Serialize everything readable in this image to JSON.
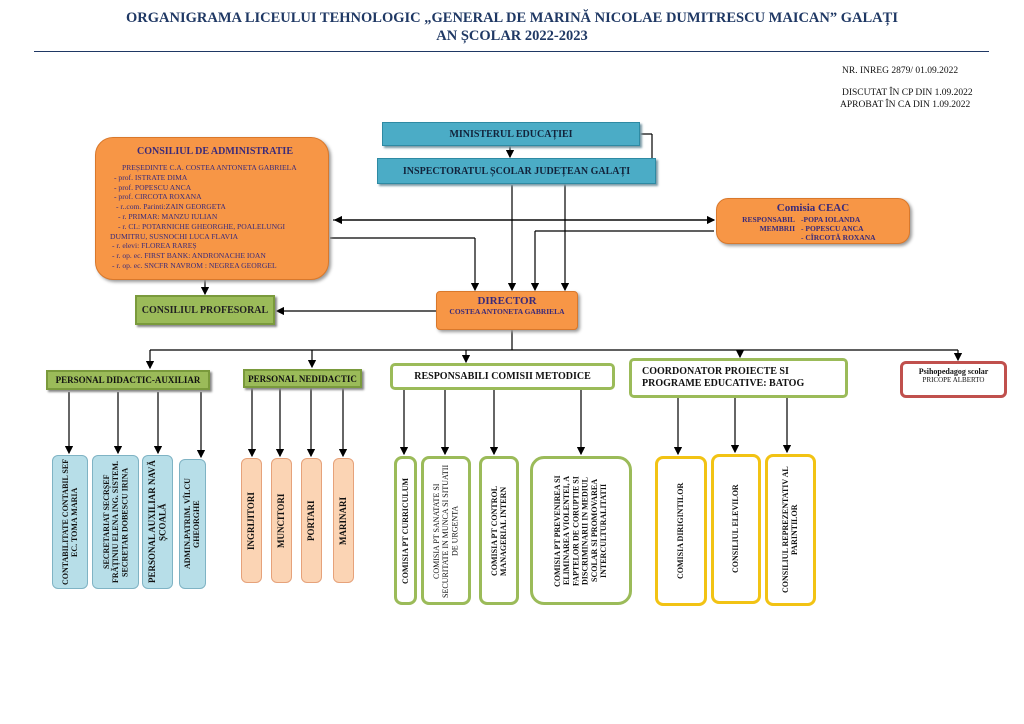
{
  "header": {
    "title_line1": "ORGANIGRAMA LICEULUI TEHNOLOGIC „GENERAL DE MARINĂ NICOLAE DUMITRESCU MAICAN” GALAȚI",
    "title_line2": "AN ȘCOLAR 2022-2023",
    "nr_inreg": "NR. INREG  2879/ 01.09.2022",
    "discutat": "DISCUTAT ÎN CP DIN 1.09.2022",
    "aprobat": "APROBAT ÎN CA DIN  1.09.2022"
  },
  "ministerul": "MINISTERUL EDUCAȚIEI",
  "inspectoratul": "INSPECTORATUL ȘCOLAR JUDEȚEAN GALAȚI",
  "consiliul_administratie": {
    "title": "CONSILIUL DE ADMINISTRATIE",
    "lines": [
      "PREȘEDINTE C.A. COSTEA ANTONETA  GABRIELA",
      "- prof. ISTRATE DIMA",
      "- prof. POPESCU ANCA",
      "- prof. CIRCOTA ROXANA",
      "- r..com. Parinti:ZAIN GEORGETA",
      "- r. PRIMAR: MANZU IULIAN",
      "- r. CL: POTARNICHE GHEORGHE, POALELUNGI",
      "DUMITRU, SUSNOCHI LUCA FLAVIA",
      "- r. elevi: FLOREA RAREȘ",
      "- r. op. ec. FIRST BANK: ANDRONACHE IOAN",
      "- r. op. ec. SNCFR NAVROM : NEGREA GEORGEL"
    ]
  },
  "ceac": {
    "title": "Comisia CEAC",
    "responsabil_label": "RESPONSABIL",
    "responsabil": "-POPA IOLANDA",
    "membrii_label": "MEMBRII",
    "membrii": [
      "- POPESCU ANCA",
      "- CÎRCOTĂ ROXANA"
    ]
  },
  "director": {
    "title": "DIRECTOR",
    "name": "COSTEA ANTONETA   GABRIELA"
  },
  "consiliul_profesoral": "CONSILIUL PROFESORAL",
  "departments": {
    "didactic_auxiliar": "PERSONAL DIDACTIC-AUXILIAR",
    "nedidactic": "PERSONAL NEDIDACTIC",
    "comisii_metodice": "RESPONSABILI COMISII METODICE",
    "coordonator_line1": "COORDONATOR PROIECTE SI",
    "coordonator_line2": "PROGRAME EDUCATIVE: BATOG",
    "psihopedagog_title": "Psihopedagog scolar",
    "psihopedagog_name": "PRICOPE ALBERTO"
  },
  "columns": {
    "didactic_auxiliar": [
      "CONTABILITATE CONTABIL SEF EC. TOMA MARIA",
      "SECRETARIAT SECRȘEF FRĂȚINIU ELENA ING. SISTEM. SECRETAR DOBESCU IRINA",
      "PERSONAL AUXILIAR NAVĂ ȘCOALĂ",
      "ADMIN.PATRIM. VÎLCU GHEORGHE"
    ],
    "nedidactic": [
      "INGRIJITORI",
      "MUNCITORI",
      "PORTARI",
      "MARINARI"
    ],
    "comisii": [
      "COMISIA PT CURRICULUM",
      "COMISIA PT SANATATE SI SECURITATE IN MUNCA SI SITUATII DE URGENTA",
      "COMISIA PT CONTROL MANAGERIAL INTERN",
      "COMISIA PT PREVENIREA SI ELIMINAREA VIOLENTEI, A FAPTELOR DE CORUPTIE SI DISCRIMINARII IN MEDIUL SCOLAR SI PROMOVAREA INTERCULTURALITATII"
    ],
    "educative": [
      "COMISIA DIRIGINTILOR",
      "CONSILIUL ELEVILOR",
      "CONSILIUL REPREZENTATIV AL PARINTILOR"
    ]
  },
  "colors": {
    "title": "#1f3864",
    "blue": "#4bacc6",
    "orange": "#f79646",
    "green": "#9bbb59",
    "red": "#c0504d",
    "yellow": "#f2c314"
  }
}
